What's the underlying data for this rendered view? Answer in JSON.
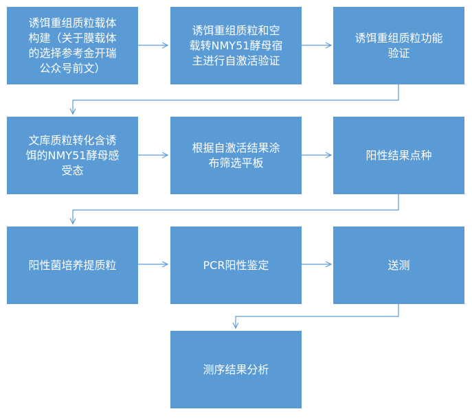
{
  "flowchart": {
    "row1": {
      "step1": "诱饵重组质粒载体\n构建（关于膜载体\n的选择参考金开瑞\n公众号前文）",
      "step2": "诱饵重组质粒和空\n载转NMY51酵母宿\n主进行自激活验证",
      "step3": "诱饵重组质粒功能\n验证"
    },
    "row2": {
      "step4": "文库质粒转化含诱\n饵的NMY51酵母感\n受态",
      "step5": "根据自激活结果涂\n布筛选平板",
      "step6": "阳性结果点种"
    },
    "row3": {
      "step7": "阳性菌培养提质粒",
      "step8": "PCR阳性鉴定",
      "step9": "送测"
    },
    "row4": {
      "step10": "测序结果分析"
    },
    "colors": {
      "box": "#5b9bd5",
      "text": "#ffffff",
      "arrow": "#5b9bd5"
    }
  }
}
